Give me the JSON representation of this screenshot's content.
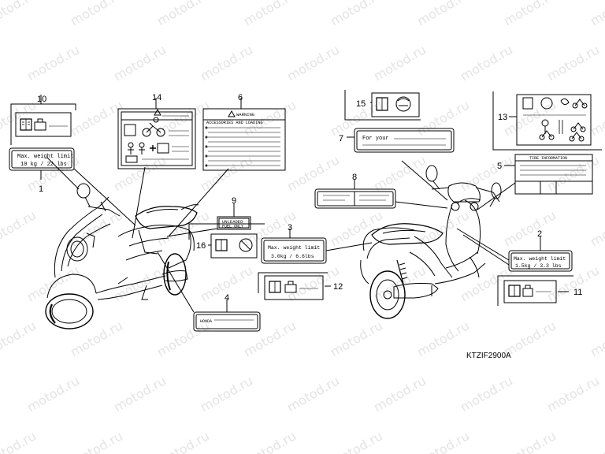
{
  "watermark": "motod.ru",
  "diagram_code": "KTZIF2900A",
  "callouts": [
    "1",
    "2",
    "3",
    "4",
    "5",
    "6",
    "7",
    "8",
    "9",
    "10",
    "11",
    "12",
    "13",
    "14",
    "15",
    "16"
  ],
  "labels": {
    "max_weight_10kg": {
      "line1": "Max. weight limit",
      "line2": "10 kg  /  22 lbs"
    },
    "max_weight_1_5kg": {
      "line1": "Max. weight limit",
      "line2": "1.5kg  /  3.3 lbs"
    },
    "max_weight_3kg": {
      "line1": "Max. weight limit",
      "line2": "3.0kg  / 6.6lbs"
    },
    "warning": {
      "title": "WARNING",
      "subtitle": "ACCESSORIES AND LOADING"
    },
    "for_your": "For your",
    "unleaded": {
      "line1": "UNLEADED",
      "line2": "FUEL ONLY"
    },
    "tire_info": "TIRE INFORMATION",
    "honda": "HONDA"
  }
}
